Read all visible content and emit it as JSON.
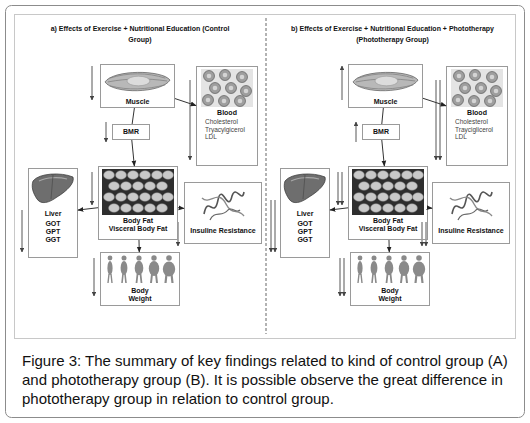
{
  "diagram": {
    "caption": "Figure 3: The summary of key findings related to kind of control group (A) and phototherapy group (B). It is possible observe the great difference in phototherapy group in relation to control group.",
    "nodes": [
      {
        "text": [
          "Muscle"
        ]
      },
      {
        "text": [
          "BMR"
        ]
      },
      {
        "text": [
          "Blood",
          "Cholesterol Tryacylgicerol LDL"
        ]
      },
      {
        "text": [
          "Liver",
          "GOT GPT GGT"
        ]
      },
      {
        "text": [
          "Body Fat",
          "Visceral Body Fat"
        ]
      },
      {
        "text": [
          "Insuline Resistance"
        ]
      },
      {
        "text": [
          "Body Weight"
        ]
      },
      {
        "text": [
          "Muscle"
        ]
      },
      {
        "text": [
          "BMR"
        ]
      },
      {
        "text": [
          "Blood",
          "Cholesterol Trayciglicerol LDL"
        ]
      },
      {
        "text": [
          "Liver",
          "GOT GPT GGT"
        ]
      },
      {
        "text": [
          "Body Fat",
          "Visceral Body Fat"
        ]
      },
      {
        "text": [
          "Insuline Resistance"
        ]
      },
      {
        "text": [
          "Body Weight"
        ]
      }
    ],
    "edges": [
      {
        "from": 0,
        "to": 1,
        "arrow": "none"
      },
      {
        "from": 0,
        "to": 2,
        "arrow": "to"
      },
      {
        "from": 1,
        "to": 4,
        "arrow": "to"
      },
      {
        "from": 4,
        "to": 3,
        "arrow": "to"
      },
      {
        "from": 4,
        "to": 5,
        "arrow": "to"
      },
      {
        "from": 4,
        "to": 6,
        "arrow": "to"
      },
      {
        "from": 7,
        "to": 8,
        "arrow": "none"
      },
      {
        "from": 7,
        "to": 9,
        "arrow": "to"
      },
      {
        "from": 8,
        "to": 11,
        "arrow": "to"
      },
      {
        "from": 11,
        "to": 10,
        "arrow": "to"
      },
      {
        "from": 11,
        "to": 12,
        "arrow": "to"
      },
      {
        "from": 11,
        "to": 13,
        "arrow": "to"
      }
    ],
    "labels": [
      "a) Effects of Exercise + Nutritional Education (Control Group)",
      "b) Effects of Exercise + Nutritional Education + Phototherapy (Phototherapy Group)"
    ]
  }
}
